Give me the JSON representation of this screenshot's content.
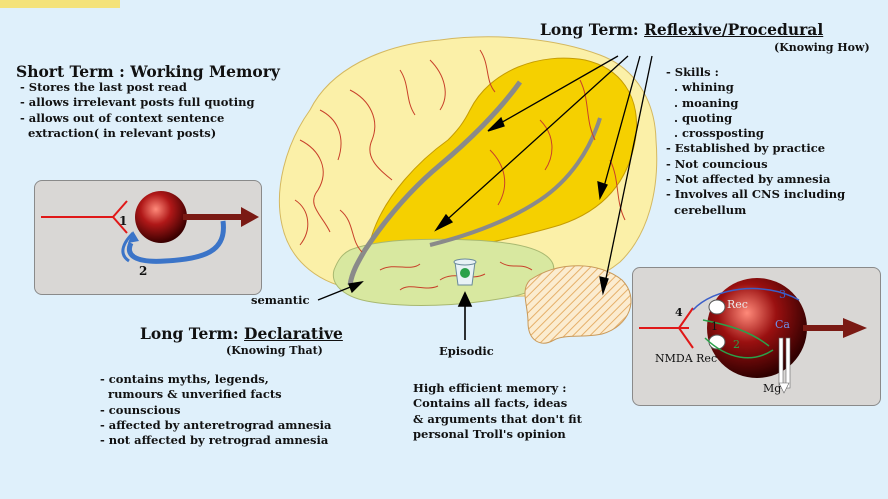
{
  "short_term": {
    "title": "Short Term : Working Memory",
    "items": [
      "- Stores the last post read",
      "- allows irrelevant posts full quoting",
      "- allows out of context sentence",
      "  extraction( in relevant posts)"
    ]
  },
  "long_term_reflexive": {
    "prefix": "Long Term: ",
    "title": "Reflexive/Procedural",
    "subtitle": "(Knowing How)",
    "items": [
      "- Skills :",
      "  . whining",
      "  . moaning",
      "  . quoting",
      "  . crossposting",
      "- Established by practice",
      "- Not councious",
      "- Not affected by amnesia",
      "- Involves all CNS including",
      "  cerebellum"
    ]
  },
  "long_term_declarative": {
    "prefix": "Long Term: ",
    "title": "Declarative",
    "subtitle": "(Knowing That)",
    "items": [
      "- contains myths, legends,",
      "  rumours & unverified facts",
      "- counscious",
      "- affected by anteretrograd amnesia",
      "- not affected by retrograd amnesia"
    ]
  },
  "labels": {
    "semantic": "semantic",
    "episodic": "Episodic"
  },
  "high_efficient": {
    "lines": [
      "High efficient memory :",
      "Contains all facts, ideas",
      "& arguments that don't fit",
      "personal Troll's opinion"
    ]
  },
  "neuron1": {
    "label_1": "1",
    "label_2": "2"
  },
  "neuron2": {
    "label_1": "1",
    "label_2": "2",
    "label_3": "3",
    "label_4": "4",
    "rec": "Rec",
    "ca": "Ca",
    "nmda_rec": "NMDA Rec",
    "mg": "Mg"
  },
  "colors": {
    "background": "#dff0fb",
    "frontal_lobe": "#fbf0a8",
    "motor_strip": "#f5d000",
    "temporal_lobe": "#d8e8a0",
    "cerebellum": "#fbe6c8",
    "vessel": "#c8402a",
    "neuron_body": "#8a1010",
    "axon": "#7a1a14"
  }
}
